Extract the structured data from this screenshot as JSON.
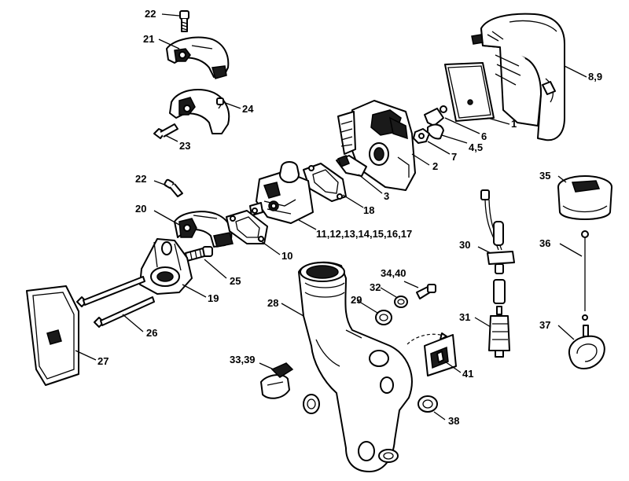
{
  "diagram": {
    "callouts": [
      "22",
      "21",
      "24",
      "23",
      "8,9",
      "1",
      "6",
      "4,5",
      "7",
      "2",
      "3",
      "18",
      "35",
      "36",
      "37",
      "22",
      "20",
      "11,12,13,14,15,16,17",
      "10",
      "30",
      "34,40",
      "32",
      "29",
      "28",
      "25",
      "19",
      "26",
      "27",
      "31",
      "41",
      "33,39",
      "38"
    ]
  }
}
